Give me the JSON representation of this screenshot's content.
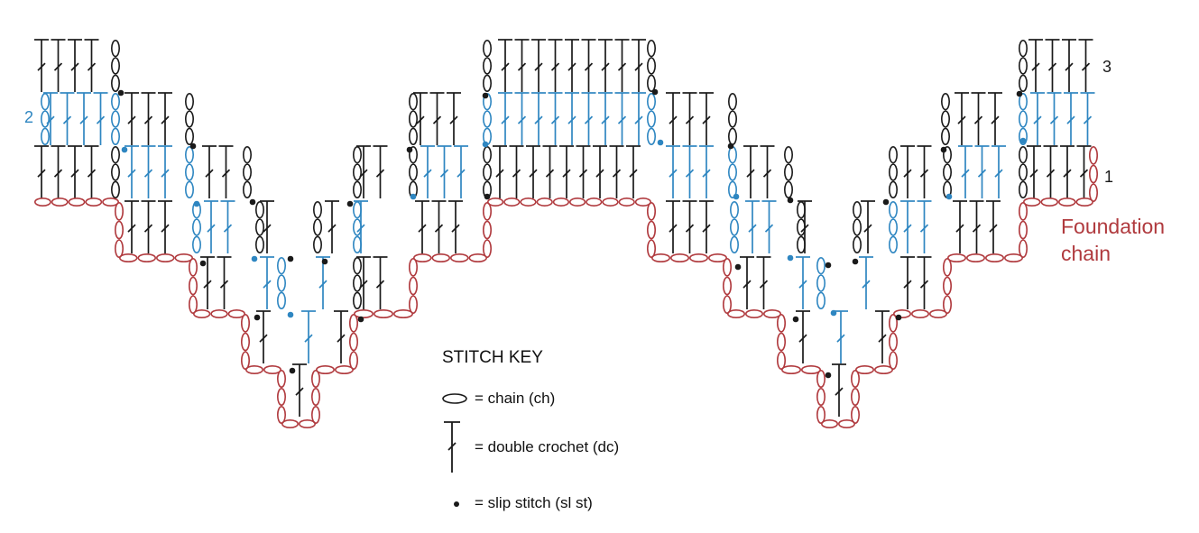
{
  "colors": {
    "black": "#1a1a1a",
    "blue": "#2e86c1",
    "red": "#b03a3e"
  },
  "row_labels": {
    "row1": "1",
    "row2": "2",
    "row3": "3"
  },
  "foundation_label": {
    "line1": "Foundation",
    "line2": "chain"
  },
  "stitch_key": {
    "title": "STITCH KEY",
    "chain": "= chain (ch)",
    "dc": "= double crochet (dc)",
    "slst": "= slip stitch (sl st)"
  },
  "stitch_icons": {
    "chain": "oval-icon",
    "dc": "double-crochet-icon",
    "slst": "dot-icon"
  }
}
